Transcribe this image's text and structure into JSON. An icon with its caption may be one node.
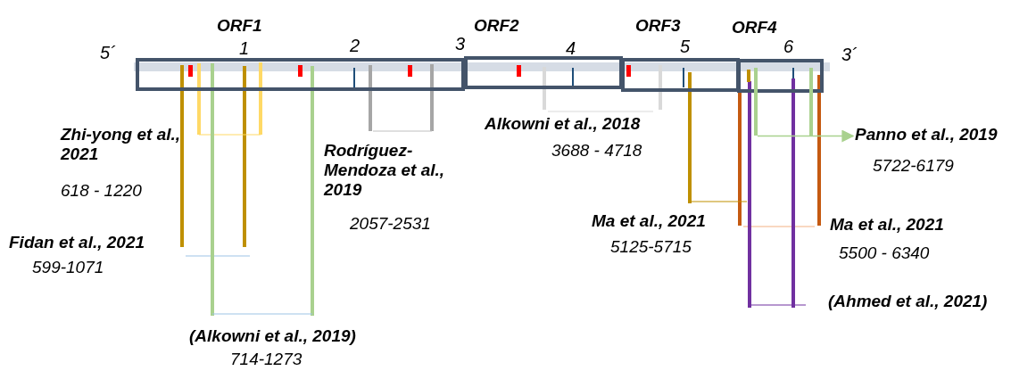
{
  "diagram": {
    "nodes": [
      {
        "text": [
          "ORF1"
        ]
      },
      {
        "text": [
          "ORF2"
        ]
      },
      {
        "text": [
          "ORF3"
        ]
      },
      {
        "text": [
          "ORF4"
        ]
      },
      {
        "text": [
          "Panno et al., 2019",
          "5722-6179"
        ]
      },
      {
        "text": [],
        "shape": "bar"
      }
    ],
    "edges": [
      {
        "from": 5,
        "to": 4,
        "arrow": "to"
      }
    ],
    "labels": [
      "5´",
      "1",
      "2",
      "3",
      "4",
      "5",
      "6",
      "3´",
      "Zhi-yong et al., 2021",
      "618 - 1220",
      "Alkowni et al., 2018",
      "3688 - 4718",
      "Rodríguez-Mendoza et al., 2019",
      "2057-2531",
      "Ma et al., 2021",
      "Ma et al., 2021",
      "Fidan et al., 2021",
      "5125-5715",
      "5500 - 6340",
      "599-1071",
      "(Ahmed et al., 2021)",
      "(Alkowni et al., 2019)",
      "714-1273"
    ]
  }
}
